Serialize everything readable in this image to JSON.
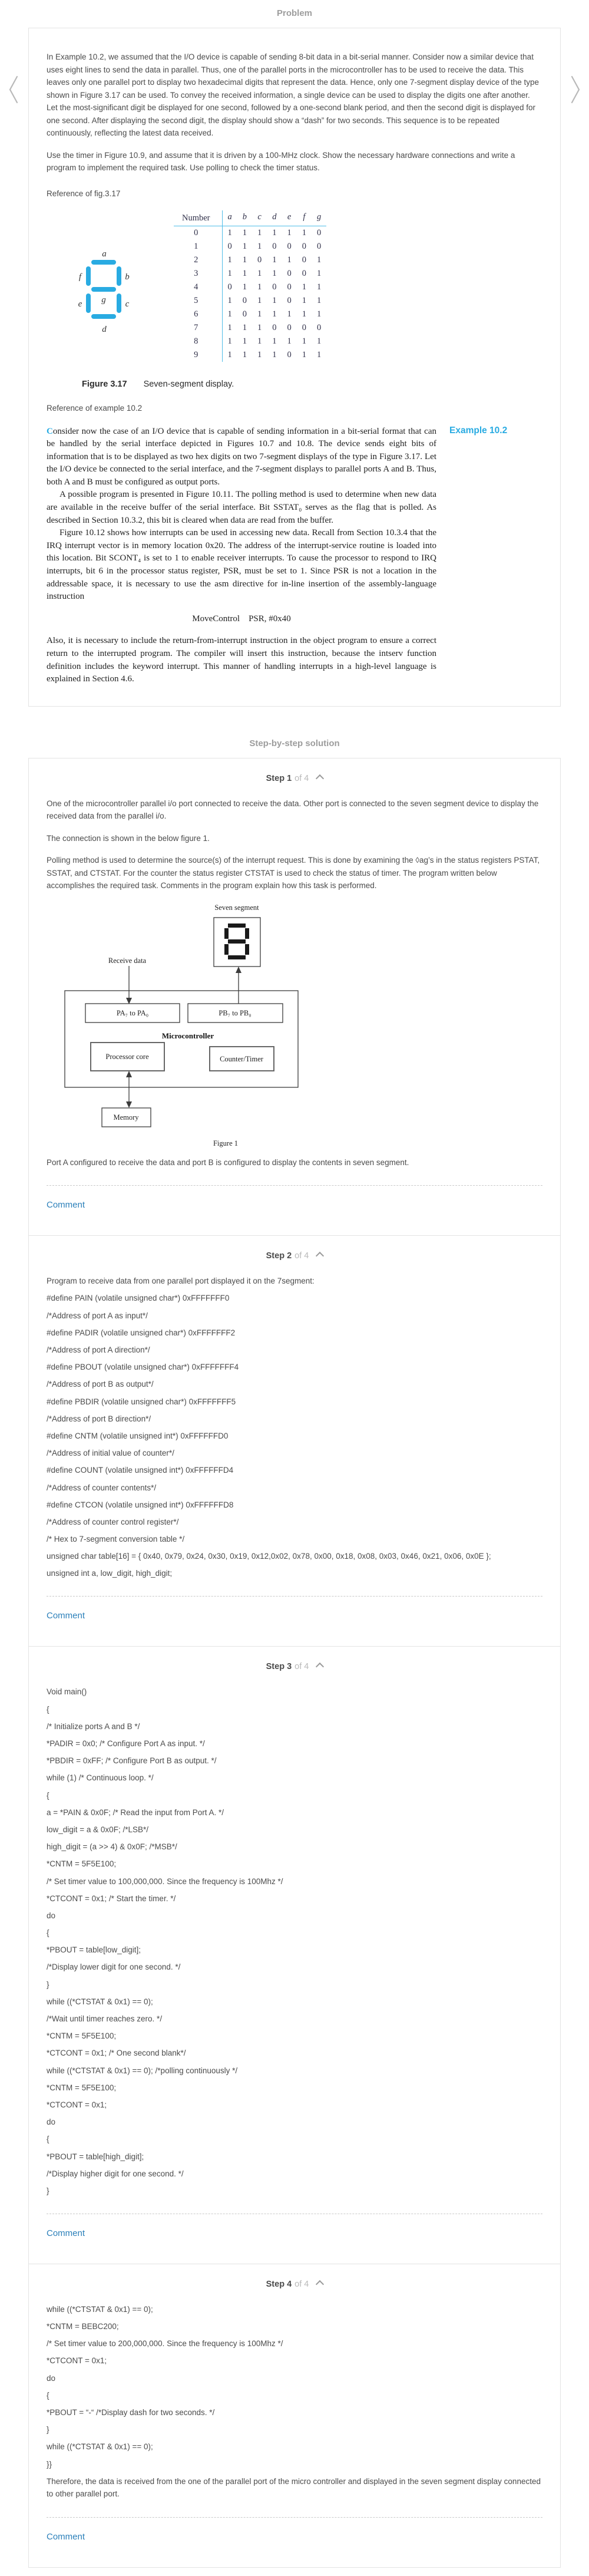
{
  "colors": {
    "accent_cyan": "#29abe2",
    "table_rule_cyan": "#4fbde8",
    "comment_link_blue": "#2c80ba",
    "muted_header_gray": "#9d9d9d"
  },
  "page": {
    "problem_title": "Problem",
    "solution_title": "Step-by-step solution"
  },
  "problem": {
    "para1": "In Example 10.2, we assumed that the I/O device is capable of sending 8-bit data in a bit-serial manner. Consider now a similar device that uses eight lines to send the data in parallel. Thus, one of the parallel ports in the microcontroller has to be used to receive the data. This leaves only one parallel port to display two hexadecimal digits that represent the data. Hence, only one 7-segment display device of the type shown in Figure 3.17 can be used. To convey the received information, a single device can be used to display the digits one after another. Let the most-significant digit be displayed for one second, followed by a one-second blank period, and then the second digit is displayed for one second. After displaying the second digit, the display should show a “dash” for two seconds. This sequence is to be repeated continuously, reflecting the latest data received.",
    "para2": "Use the timer in Figure 10.9, and assume that it is driven by a 100-MHz clock. Show the necessary hardware connections and write a program to implement the required task. Use polling to check the timer status.",
    "fig_ref_label": "Reference of fig.3.17",
    "figure317": {
      "segment_labels": {
        "a": "a",
        "b": "b",
        "c": "c",
        "d": "d",
        "e": "e",
        "f": "f",
        "g": "g"
      },
      "table": {
        "col_number": "Number",
        "cols": [
          "a",
          "b",
          "c",
          "d",
          "e",
          "f",
          "g"
        ],
        "rows": [
          {
            "n": "0",
            "bits": [
              "1",
              "1",
              "1",
              "1",
              "1",
              "1",
              "0"
            ]
          },
          {
            "n": "1",
            "bits": [
              "0",
              "1",
              "1",
              "0",
              "0",
              "0",
              "0"
            ]
          },
          {
            "n": "2",
            "bits": [
              "1",
              "1",
              "0",
              "1",
              "1",
              "0",
              "1"
            ]
          },
          {
            "n": "3",
            "bits": [
              "1",
              "1",
              "1",
              "1",
              "0",
              "0",
              "1"
            ]
          },
          {
            "n": "4",
            "bits": [
              "0",
              "1",
              "1",
              "0",
              "0",
              "1",
              "1"
            ]
          },
          {
            "n": "5",
            "bits": [
              "1",
              "0",
              "1",
              "1",
              "0",
              "1",
              "1"
            ]
          },
          {
            "n": "6",
            "bits": [
              "1",
              "0",
              "1",
              "1",
              "1",
              "1",
              "1"
            ]
          },
          {
            "n": "7",
            "bits": [
              "1",
              "1",
              "1",
              "0",
              "0",
              "0",
              "0"
            ]
          },
          {
            "n": "8",
            "bits": [
              "1",
              "1",
              "1",
              "1",
              "1",
              "1",
              "1"
            ]
          },
          {
            "n": "9",
            "bits": [
              "1",
              "1",
              "1",
              "1",
              "0",
              "1",
              "1"
            ]
          }
        ]
      },
      "caption_bold": "Figure 3.17",
      "caption_text": "Seven-segment display."
    },
    "example_ref_label": "Reference of example 10.2",
    "example_tag": "Example 10.2",
    "excerpt_c": "C",
    "excerpt_p1": "onsider now the case of an I/O device that is capable of sending information in a bit-serial format that can be handled by the serial interface depicted in Figures 10.7 and 10.8.  The device sends eight bits of information that is to be displayed as two hex digits on two 7-segment displays of the type in Figure 3.17.  Let the I/O device be connected to the serial interface, and the 7-segment displays to parallel ports A and B. Thus, both A and B must be configured as output ports.",
    "excerpt_p2": "A possible program is presented in Figure 10.11. The polling method is used to determine when new data are available in the receive buffer of the serial interface.  Bit SSTAT₀ serves as the flag that is polled.  As described in Section 10.3.2, this bit is cleared when data are read from the buffer.",
    "excerpt_p3": "Figure 10.12 shows how interrupts can be used in accessing new data.  Recall from Section 10.3.4 that the IRQ interrupt vector is in memory location 0x20.  The address of the interrupt-service routine is loaded into this location.  Bit SCONT₄ is set to 1 to enable receiver interrupts.  To cause the processor to respond to IRQ interrupts, bit 6 in the processor status register, PSR, must be set to 1.  Since PSR is not a location in the addressable space, it is necessary to use the asm directive for in-line insertion of the assembly-language instruction",
    "move_control": "MoveControl    PSR, #0x40",
    "excerpt_p4": "Also, it is necessary to include the return-from-interrupt instruction in the object program to ensure a correct return to the interrupted program.  The compiler will insert this instruction, because the intserv function definition includes the keyword interrupt.  This manner of handling interrupts in a high-level language is explained in Section 4.6."
  },
  "steps": [
    {
      "label": "Step 1",
      "of": "of 4",
      "paragraphs": [
        "One of the microcontroller parallel i/o port connected to receive the data. Other port is connected to the seven segment device to display the received data from the parallel i/o.",
        "The connection is shown in the below figure 1.",
        "Polling method is used to determine the source(s) of the interrupt request. This is done by examining the ◊ag’s in the status registers PSTAT, SSTAT, and CTSTAT. For the counter the status register CTSTAT is used to check the status of timer. The program written below accomplishes the required task. Comments in the program explain how this task is performed."
      ],
      "figure": {
        "top_label": "Seven segment",
        "receive_label": "Receive data",
        "pa_label": "PA₇  to  PA₀",
        "pb_label": "PB₇  to  PB₀",
        "mcu_label": "Microcontroller",
        "processor_label": "Processor core",
        "timer_label": "Counter/Timer",
        "memory_label": "Memory",
        "caption": "Figure 1"
      },
      "outro": "Port A configured to receive the data and port B is configured to display the contents in seven segment.",
      "comment_label": "Comment"
    },
    {
      "label": "Step 2",
      "of": "of 4",
      "intro": "Program to receive data from one parallel port displayed it on the 7segment:",
      "code": [
        "#define PAIN (volatile unsigned char*) 0xFFFFFFF0",
        "/*Address of port A as input*/",
        "#define PADIR (volatile unsigned char*) 0xFFFFFFF2",
        "/*Address of port A direction*/",
        "#define PBOUT (volatile unsigned char*) 0xFFFFFFF4",
        "/*Address of port B as output*/",
        "#define PBDIR (volatile unsigned char*) 0xFFFFFFF5",
        "/*Address of port B direction*/",
        "#define CNTM (volatile unsigned int*) 0xFFFFFFD0",
        "/*Address of initial value of counter*/",
        "#define COUNT (volatile unsigned int*) 0xFFFFFFD4",
        "/*Address of counter contents*/",
        "#define CTCON (volatile unsigned int*) 0xFFFFFFD8",
        "/*Address of counter control register*/",
        "/* Hex to 7-segment conversion table */",
        "unsigned char table[16] = { 0x40, 0x79, 0x24, 0x30, 0x19, 0x12,0x02, 0x78, 0x00, 0x18, 0x08, 0x03, 0x46, 0x21, 0x06, 0x0E };",
        "unsigned int a, low_digit, high_digit;"
      ],
      "comment_label": "Comment"
    },
    {
      "label": "Step 3",
      "of": "of 4",
      "code": [
        "Void main()",
        "{",
        "/* Initialize ports A and B */",
        "*PADIR = 0x0; /* Configure Port A as input. */",
        "*PBDIR = 0xFF; /* Configure Port B as output. */",
        "while (1) /* Continuous loop. */",
        "{",
        "a = *PAIN & 0x0F; /* Read the input from Port A. */",
        "low_digit = a & 0x0F; /*LSB*/",
        "high_digit = (a >> 4) & 0x0F; /*MSB*/",
        "*CNTM = 5F5E100;",
        "/* Set timer value to 100,000,000. Since the frequency is 100Mhz */",
        "*CTCONT = 0x1; /* Start the timer. */",
        "do",
        "{",
        "*PBOUT = table[low_digit];",
        "/*Display lower digit for one second. */",
        "}",
        "while ((*CTSTAT & 0x1) == 0);",
        "/*Wait until timer reaches zero. */",
        "*CNTM = 5F5E100;",
        "*CTCONT = 0x1; /* One second blank*/",
        "while ((*CTSTAT & 0x1) == 0); /*polling continuously */",
        "*CNTM = 5F5E100;",
        "*CTCONT = 0x1;",
        "do",
        "{",
        "*PBOUT = table[high_digit];",
        "/*Display higher digit for one second. */",
        "}"
      ],
      "comment_label": "Comment"
    },
    {
      "label": "Step 4",
      "of": "of 4",
      "code": [
        "while ((*CTSTAT & 0x1) == 0);",
        "*CNTM = BEBC200;",
        "/* Set timer value to 200,000,000. Since the frequency is 100Mhz */",
        "*CTCONT = 0x1;",
        "do",
        "{",
        "*PBOUT = “-“ /*Display dash for two seconds. */",
        "}",
        "while ((*CTSTAT & 0x1) == 0);",
        "}}"
      ],
      "outro": "Therefore, the data is received from the one of the parallel port of the micro controller and displayed in the seven segment display connected to other parallel port.",
      "comment_label": "Comment"
    }
  ]
}
